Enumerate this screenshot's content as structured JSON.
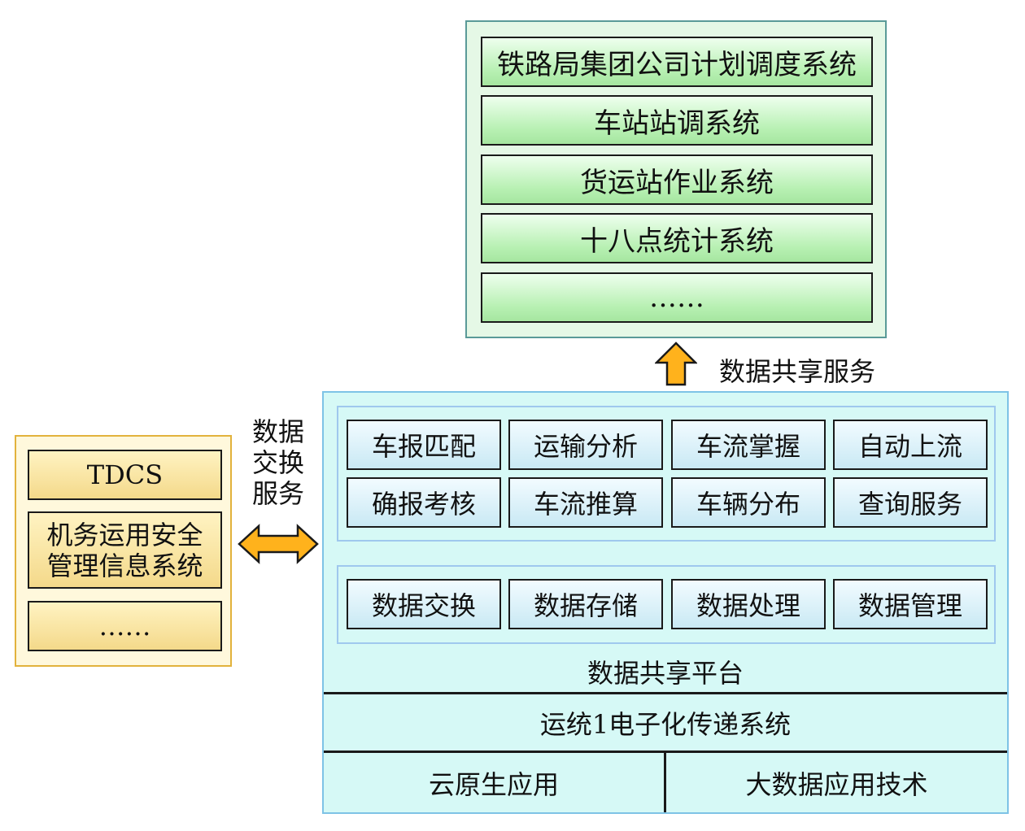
{
  "plan_systems": [
    "铁路局集团公司计划调度系统",
    "车站站调系统",
    "货运站作业系统",
    "十八点统计系统",
    "……"
  ],
  "sharing_service_label": "数据共享服务",
  "exchange_service_label": [
    "数据",
    "交换",
    "服务"
  ],
  "left_systems": {
    "tdcs": "TDCS",
    "safety": [
      "机务运用安全",
      "管理信息系统"
    ],
    "more": "……"
  },
  "app_services": [
    "车报匹配",
    "运输分析",
    "车流掌握",
    "自动上流",
    "确报考核",
    "车流推算",
    "车辆分布",
    "查询服务"
  ],
  "data_services": [
    "数据交换",
    "数据存储",
    "数据处理",
    "数据管理"
  ],
  "platform_title": "数据共享平台",
  "transfer_system": "运统1电子化传递系统",
  "base_left": "云原生应用",
  "base_right": "大数据应用技术",
  "colors": {
    "arrow_fill": "#ffb21c",
    "green_panel": "#e5f8e6",
    "cyan_panel": "#d6f9f6",
    "yellow_panel": "#fff8dc"
  }
}
